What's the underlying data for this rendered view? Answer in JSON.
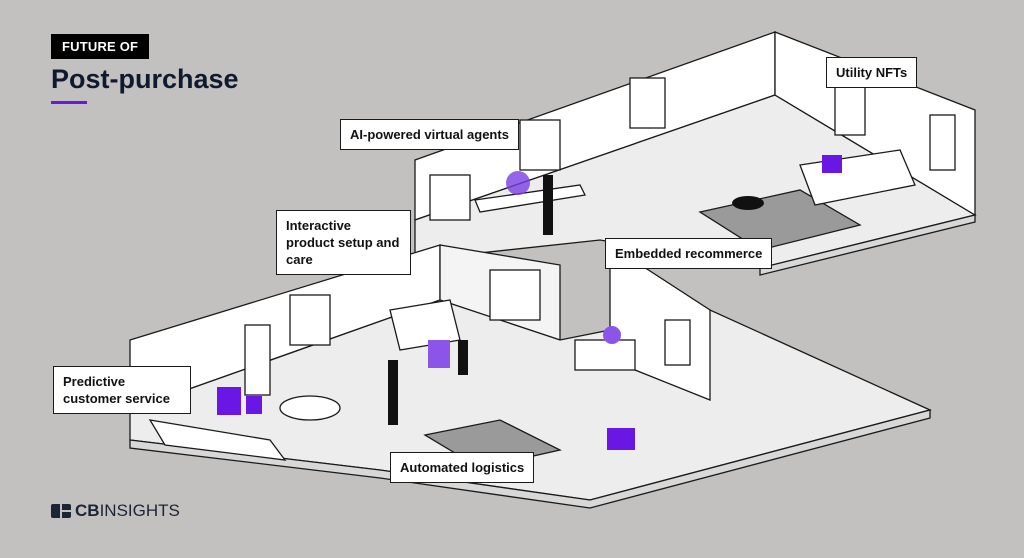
{
  "header": {
    "kicker": "FUTURE OF",
    "title": "Post-purchase"
  },
  "labels": {
    "ai_agents": "AI-powered virtual agents",
    "utility_nfts": "Utility NFTs",
    "interactive_setup": "Interactive product setup and care",
    "embedded_recommerce": "Embedded recommerce",
    "predictive_service": "Predictive customer service",
    "automated_logistics": "Automated logistics"
  },
  "footer": {
    "brand_bold": "CB",
    "brand_rest": "INSIGHTS"
  },
  "colors": {
    "background": "#c3c1bf",
    "accent": "#6a17e6",
    "title": "#0f1a2e"
  }
}
